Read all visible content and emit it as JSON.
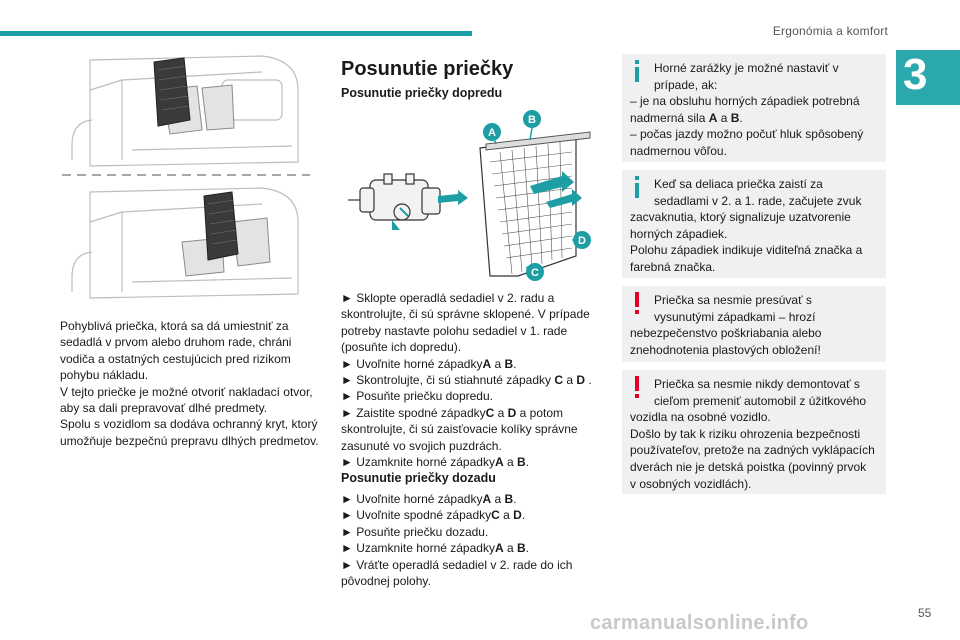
{
  "header": {
    "section_title": "Ergonómia a komfort",
    "chapter_number": "3"
  },
  "left": {
    "paragraph": [
      "Pohyblivá priečka, ktorá sa dá umiestniť za",
      "sedadlá v prvom alebo druhom rade, chráni",
      "vodiča a ostatných cestujúcich pred rizikom",
      "pohybu nákladu.",
      "V tejto priečke je možné otvoriť nakladací otvor,",
      "aby sa dali prepravovať dlhé predmety.",
      "Spolu s vozidlom sa dodáva ochranný kryt, ktorý",
      "umožňuje bezpečnú prepravu dlhých predmetov."
    ]
  },
  "middle": {
    "title": "Posunutie priečky",
    "subtitle_forward": "Posunutie priečky dopredu",
    "figure_labels": {
      "a": "A",
      "b": "B",
      "c": "C",
      "d": "D"
    },
    "forward_steps": [
      [
        "► Sklopte operadlá sedadiel v 2. radu a"
      ],
      [
        "skontrolujte, či sú správne sklopené. V prípade"
      ],
      [
        "potreby nastavte polohu sedadiel v 1. rade"
      ],
      [
        "(posuňte ich dopredu)."
      ],
      [
        "► Uvoľnite horné západky",
        "A",
        " a ",
        "B",
        "."
      ],
      [
        "► Skontrolujte, či sú stiahnuté západky ",
        "C",
        " a ",
        "D",
        " ."
      ],
      [
        "► Posuňte priečku dopredu."
      ],
      [
        "► Zaistite spodné západky",
        "C",
        " a ",
        "D",
        " a potom"
      ],
      [
        "skontrolujte, či sú zaisťovacie kolíky správne"
      ],
      [
        "zasunuté vo svojich puzdrách."
      ],
      [
        "► Uzamknite horné západky",
        "A",
        " a ",
        "B",
        "."
      ]
    ],
    "subtitle_backward": "Posunutie priečky dozadu",
    "backward_steps": [
      [
        "► Uvoľnite horné západky",
        "A",
        " a ",
        "B",
        "."
      ],
      [
        "► Uvoľnite spodné západky",
        "C",
        " a ",
        "D",
        "."
      ],
      [
        "► Posuňte priečku dozadu."
      ],
      [
        "► Uzamknite horné západky",
        "A",
        " a ",
        "B",
        "."
      ],
      [
        "► Vráťte operadlá sedadiel v 2. rade do ich"
      ],
      [
        "pôvodnej polohy."
      ]
    ]
  },
  "right": {
    "box1": {
      "lines": [
        [
          "Horné zarážky je možné nastaviť v"
        ],
        [
          "prípade, ak:"
        ],
        [
          "– je na obsluhu horných západiek potrebná"
        ],
        [
          "nadmerná sila ",
          "A",
          " a ",
          "B",
          "."
        ],
        [
          "– počas jazdy možno počuť hluk spôsobený"
        ],
        [
          "nadmernou vôľou."
        ]
      ]
    },
    "box2": {
      "lines": [
        [
          "Keď sa deliaca priečka zaistí za"
        ],
        [
          "sedadlami v 2. a 1. rade, začujete zvuk"
        ],
        [
          "zacvaknutia, ktorý signalizuje uzatvorenie"
        ],
        [
          "horných západiek."
        ],
        [
          "Polohu západiek indikuje viditeľná značka a"
        ],
        [
          "farebná značka."
        ]
      ]
    },
    "box3": {
      "lines": [
        [
          "Priečka sa nesmie presúvať s"
        ],
        [
          "vysunutými západkami – hrozí"
        ],
        [
          "nebezpečenstvo poškriabania alebo"
        ],
        [
          "znehodnotenia plastových obložení!"
        ]
      ]
    },
    "box4": {
      "lines": [
        [
          "Priečka sa nesmie nikdy demontovať s"
        ],
        [
          "cieľom premeniť automobil z úžitkového"
        ],
        [
          "vozidla na osobné vozidlo."
        ],
        [
          "Došlo by tak k riziku ohrozenia bezpečnosti"
        ],
        [
          "používateľov, pretože na zadných vyklápacích"
        ],
        [
          "dverách nie je detská poistka (povinný prvok"
        ],
        [
          "v osobných vozidlách)."
        ]
      ]
    }
  },
  "footer": {
    "page_number": "55",
    "watermark": "carmanualsonline.info"
  },
  "colors": {
    "accent": "#1d9ea4",
    "info_icon": "#1d9ea4",
    "warning_icon": "#e4002b",
    "box_bg": "#eef0f1"
  }
}
